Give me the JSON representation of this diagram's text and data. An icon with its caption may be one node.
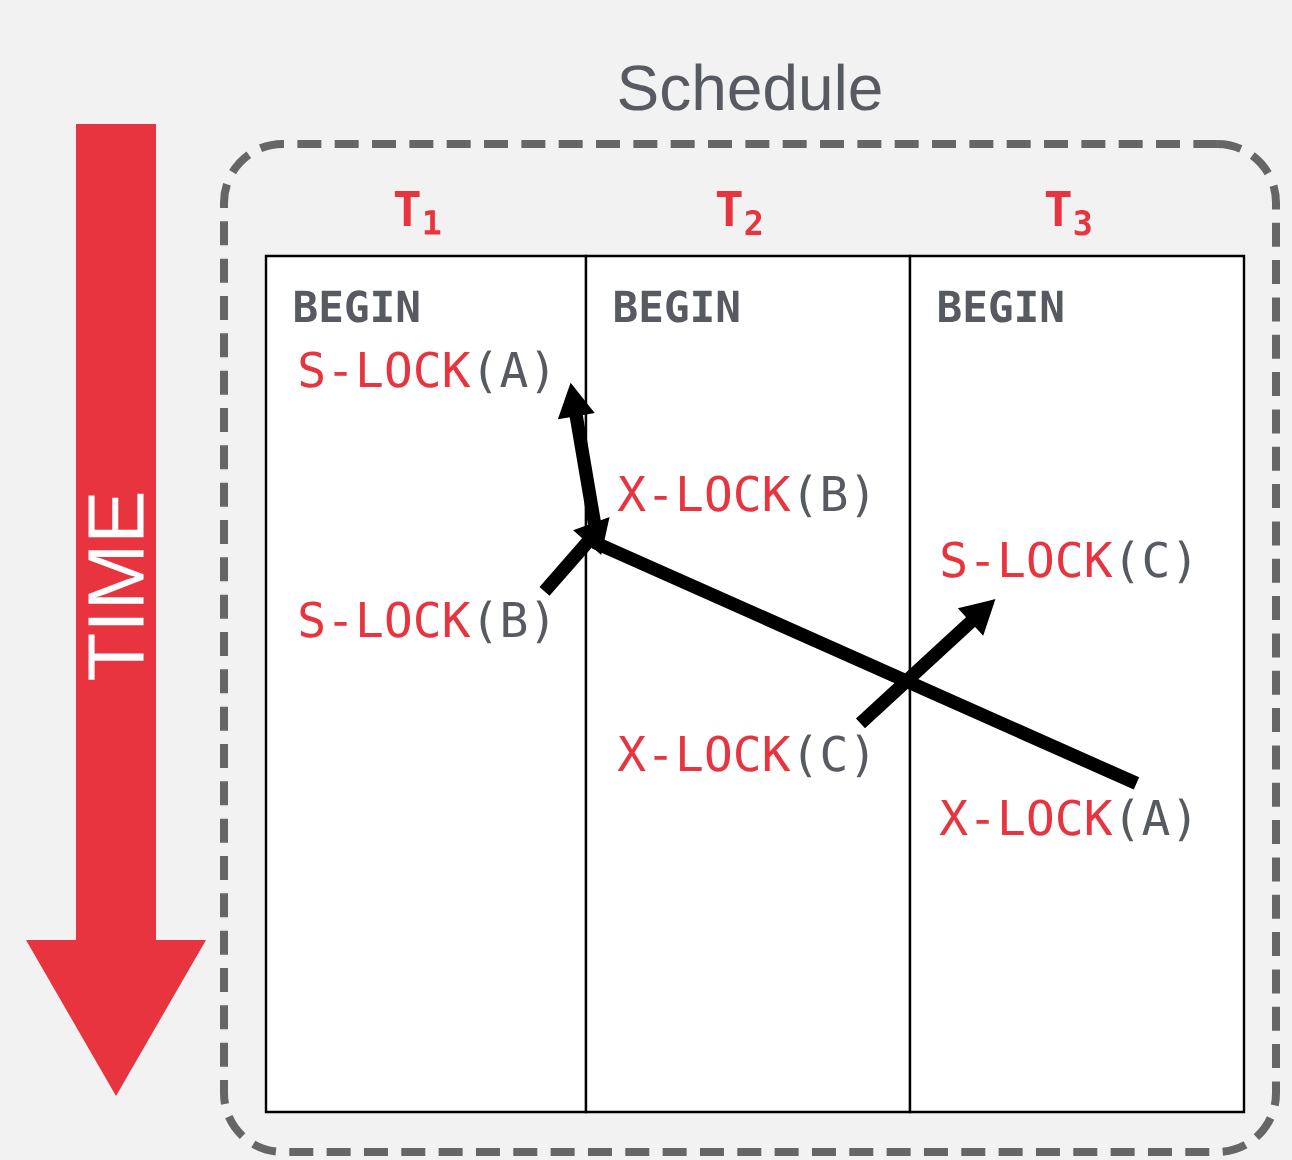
{
  "diagram": {
    "nodes": [
      {
        "text": [
          "Schedule"
        ]
      },
      {
        "text": [
          "T$_{1}$",
          "BEGIN"
        ],
        "in": 0
      },
      {
        "text": [
          "T$_{2}$",
          "BEGIN"
        ],
        "in": 0
      },
      {
        "text": [
          "T$_{3}$",
          "BEGIN"
        ],
        "in": 0
      },
      {
        "text": [
          "S-LOCK",
          "(A)"
        ],
        "in": 1
      },
      {
        "text": [
          "X-LOCK",
          "(B)"
        ],
        "in": 2
      },
      {
        "text": [
          "S-LOCK",
          "(C)"
        ],
        "in": 3
      },
      {
        "text": [
          "S-LOCK",
          "(B)"
        ],
        "in": 1
      },
      {
        "text": [
          "X-LOCK",
          "(C)"
        ],
        "in": 2
      },
      {
        "text": [
          "X-LOCK",
          "(A)"
        ],
        "in": 3
      }
    ],
    "edges": [
      {
        "from": 9,
        "to": 4,
        "arrow": "to"
      },
      {
        "from": 7,
        "to": 5,
        "arrow": "to"
      },
      {
        "from": 8,
        "to": 6,
        "arrow": "to"
      }
    ],
    "labels": [
      "TIME"
    ]
  }
}
